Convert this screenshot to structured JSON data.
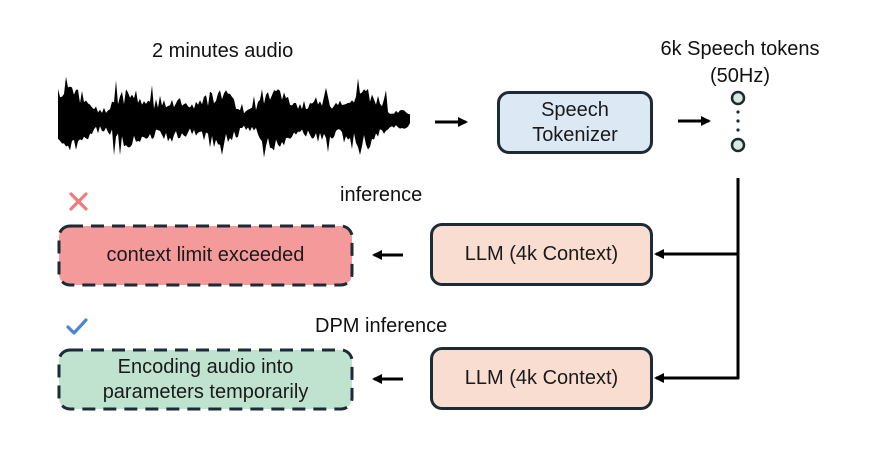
{
  "title_audio": "2 minutes audio",
  "tokens_label": {
    "line1": "6k Speech tokens",
    "line2": "(50Hz)"
  },
  "tokenizer_box": {
    "line1": "Speech",
    "line2": "Tokenizer",
    "fill": "#dce9f5"
  },
  "rows": [
    {
      "status": "fail",
      "status_icon": "cross-icon",
      "status_color": "#ef7b7b",
      "caption": "inference",
      "llm_label": "LLM (4k Context)",
      "result_lines": [
        "context limit exceeded"
      ],
      "result_fill": "#f59a9a"
    },
    {
      "status": "success",
      "status_icon": "check-icon",
      "status_color": "#4a86d6",
      "caption": "DPM inference",
      "llm_label": "LLM (4k Context)",
      "result_lines": [
        "Encoding audio into",
        "parameters temporarily"
      ],
      "result_fill": "#bfe3cf"
    }
  ],
  "colors": {
    "llm_fill": "#f9ddd0",
    "border": "#1c2b36",
    "token_fill": "#d9eadb",
    "arrow": "#000000"
  }
}
